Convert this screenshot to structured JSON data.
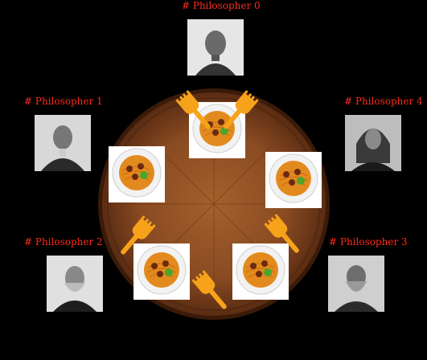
{
  "philosophers": [
    {
      "label": "# Philosopher 0",
      "portrait": "portrait-icon"
    },
    {
      "label": "# Philosopher 1",
      "portrait": "portrait-icon"
    },
    {
      "label": "# Philosopher 2",
      "portrait": "portrait-icon"
    },
    {
      "label": "# Philosopher 3",
      "portrait": "portrait-icon"
    },
    {
      "label": "# Philosopher 4",
      "portrait": "portrait-icon"
    }
  ],
  "plates": [
    "spaghetti-plate-icon",
    "spaghetti-plate-icon",
    "spaghetti-plate-icon",
    "spaghetti-plate-icon",
    "spaghetti-plate-icon"
  ],
  "forks": [
    "fork-icon",
    "fork-icon",
    "fork-icon",
    "fork-icon",
    "fork-icon"
  ],
  "colors": {
    "background": "#000000",
    "label": "#ff2a1a",
    "fork": "#f7a21b",
    "table": "#7a3f1d"
  }
}
